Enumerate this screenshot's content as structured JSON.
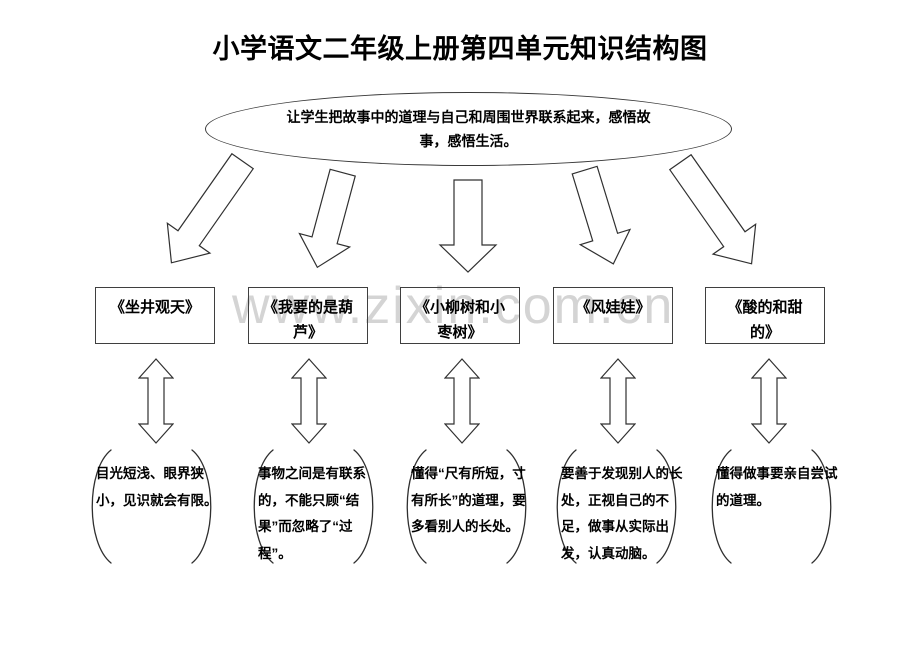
{
  "page": {
    "title": "小学语文二年级上册第四单元知识结构图"
  },
  "watermark": {
    "text": "www.zixin.com.cn"
  },
  "theme_ellipse": {
    "text": "让学生把故事中的道理与自己和周围世界联系起来，感悟故\n事，感悟生活。"
  },
  "lessons": [
    {
      "title": "《坐井观天》",
      "moral": "目光短浅、眼界狭\n小，见识就会有限。"
    },
    {
      "title": "《我要的是葫\n芦》",
      "moral": "事物之间是有联系\n的，不能只顾“结\n果”而忽略了“过\n程”。"
    },
    {
      "title": "《小柳树和小\n枣树》",
      "moral": "懂得“尺有所短，寸\n有所长”的道理，要\n多看别人的长处。"
    },
    {
      "title": "《风娃娃》",
      "moral": "要善于发现别人的长\n处，正视自己的不\n足，做事从实际出\n发，认真动脑。"
    },
    {
      "title": "《酸的和甜\n的》",
      "moral": "懂得做事要亲自尝试\n的道理。"
    }
  ],
  "colors": {
    "background": "#ffffff",
    "stroke": "#303030",
    "text": "#000000",
    "watermark": "#d4d4d4"
  }
}
